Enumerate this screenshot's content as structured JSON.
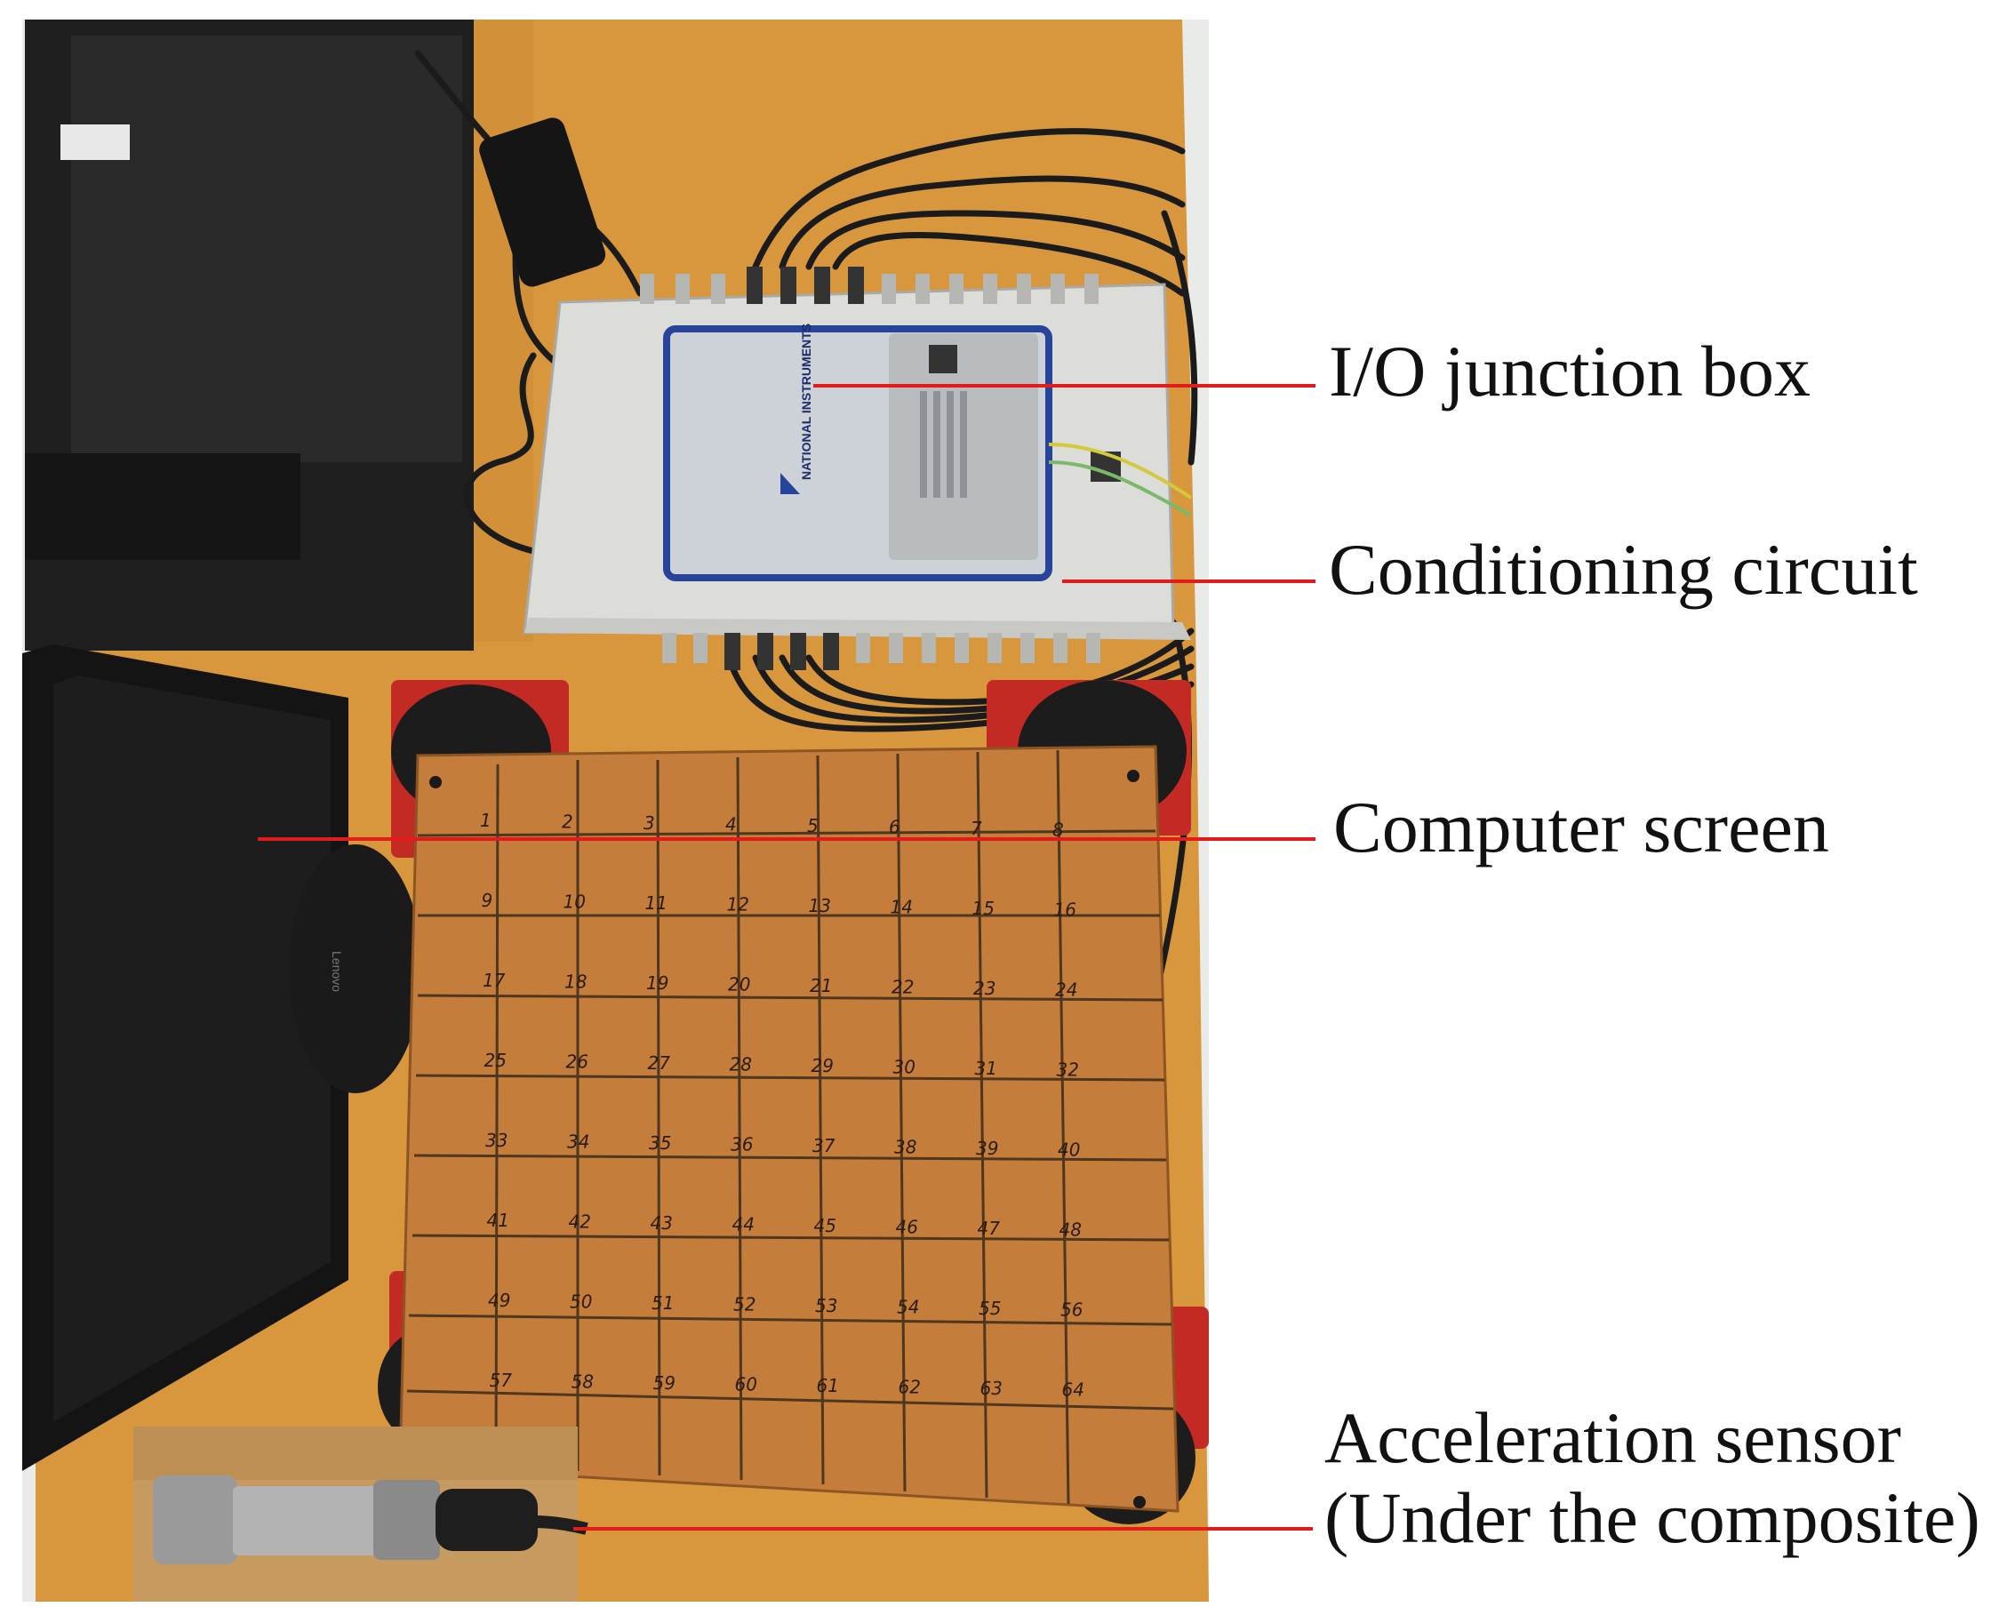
{
  "labels": {
    "io_box": "I/O junction box",
    "conditioning": "Conditioning circuit",
    "screen": "Computer screen",
    "sensor_line1": "Acceleration sensor",
    "sensor_line2": "(Under the composite)"
  },
  "device_text": {
    "ni_brand": "NATIONAL INSTRUMENTS",
    "monitor_brand": "Lenovo"
  },
  "grid_numbers": [
    "1",
    "2",
    "3",
    "4",
    "5",
    "6",
    "7",
    "8",
    "9",
    "10",
    "11",
    "12",
    "13",
    "14",
    "15",
    "16",
    "17",
    "18",
    "19",
    "20",
    "21",
    "22",
    "23",
    "24",
    "25",
    "26",
    "27",
    "28",
    "29",
    "30",
    "31",
    "32",
    "33",
    "34",
    "35",
    "36",
    "37",
    "38",
    "39",
    "40",
    "41",
    "42",
    "43",
    "44",
    "45",
    "46",
    "47",
    "48",
    "49",
    "50",
    "51",
    "52",
    "53",
    "54",
    "55",
    "56",
    "57",
    "58",
    "59",
    "60",
    "61",
    "62",
    "63",
    "64"
  ],
  "colors": {
    "callout_line": "#e21b1b",
    "desk": "#d99a3f",
    "plate": "#c8803c",
    "junction_box": "#d8d8d4",
    "ni_box": "#cfd3d8",
    "mount_red": "#c42a24"
  }
}
